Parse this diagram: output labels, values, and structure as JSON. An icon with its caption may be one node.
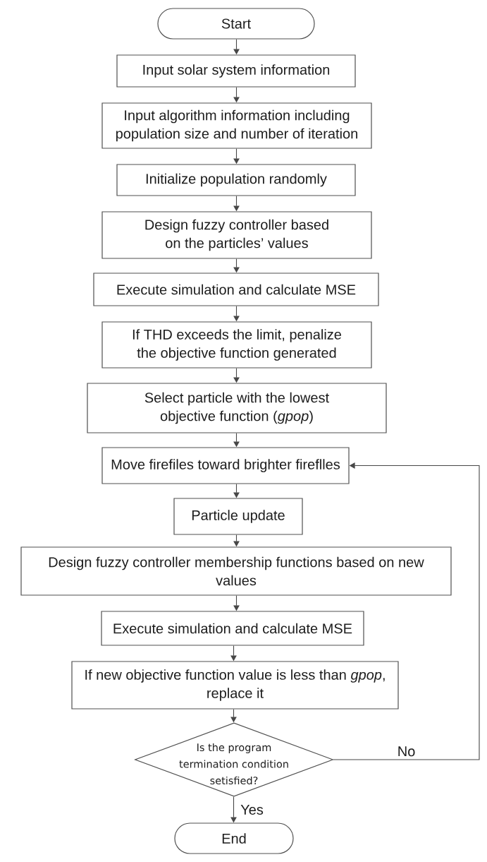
{
  "diagram": {
    "nodes": [
      {
        "text": [
          "Start"
        ]
      },
      {
        "text": [
          "Input solar system information"
        ]
      },
      {
        "text": [
          "Input algorithm information including population size and number of iteration"
        ]
      },
      {
        "text": [
          "Initialize population randomly"
        ]
      },
      {
        "text": [
          "Design fuzzy controller based on the particles’ values"
        ]
      },
      {
        "text": [
          "Execute simulation and calculate MSE"
        ]
      },
      {
        "text": [
          "If THD exceeds the limit, penalize the objective function generated"
        ]
      },
      {
        "text": [
          "Select particle with the lowest objective function (*gpop*)"
        ]
      },
      {
        "text": [
          "Move firefiles toward brighter fireflles"
        ]
      },
      {
        "text": [
          "Particle update"
        ]
      },
      {
        "text": [
          "Design fuzzy controller membership functions based on new values"
        ]
      },
      {
        "text": [
          "Execute simulation and calculate MSE"
        ]
      },
      {
        "text": [
          "If new objective function value is less than *gpop*, replace it"
        ]
      },
      {
        "text": [
          "Is the program termination condition setisfied?"
        ]
      },
      {
        "text": [
          "End"
        ]
      }
    ],
    "edges": [
      {
        "from": 0,
        "to": 1,
        "arrow": "to"
      },
      {
        "from": 1,
        "to": 2,
        "arrow": "to"
      },
      {
        "from": 2,
        "to": 3,
        "arrow": "to"
      },
      {
        "from": 3,
        "to": 4,
        "arrow": "to"
      },
      {
        "from": 4,
        "to": 5,
        "arrow": "to"
      },
      {
        "from": 5,
        "to": 6,
        "arrow": "to"
      },
      {
        "from": 6,
        "to": 7,
        "arrow": "to"
      },
      {
        "from": 7,
        "to": 8,
        "arrow": "to"
      },
      {
        "from": 8,
        "to": 9,
        "arrow": "to"
      },
      {
        "from": 9,
        "to": 10,
        "arrow": "to"
      },
      {
        "from": 10,
        "to": 11,
        "arrow": "to"
      },
      {
        "from": 11,
        "to": 12,
        "arrow": "to"
      },
      {
        "from": 12,
        "to": 13,
        "arrow": "to"
      },
      {
        "from": 13,
        "to": 14,
        "arrow": "to",
        "label": "Yes"
      },
      {
        "from": 13,
        "to": 8,
        "arrow": "to",
        "label": "No"
      }
    ]
  }
}
